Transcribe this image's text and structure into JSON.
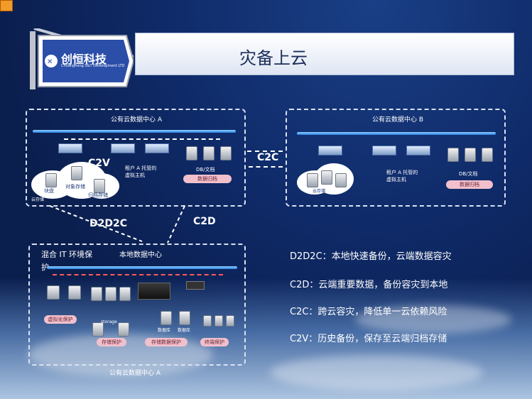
{
  "title": "灾备上云",
  "logo": {
    "brand": "创恒科技",
    "sub": "Chuangheng S&T Development LTD"
  },
  "panels": {
    "dc_a": {
      "caption": "公有云数据中心 A",
      "vm_label": "租户 A 托管的\n虚拟主机",
      "db_label": "DB/文档",
      "pill": "数据归档",
      "cloud_items": [
        "块盘",
        "对象存储",
        "归档存储",
        "云存储"
      ]
    },
    "dc_b": {
      "caption": "公有云数据中心 B",
      "vm_label": "租户 A 托管的\n虚拟主机",
      "db_label": "DB/文档",
      "pill": "数据归档",
      "cloud_label": "云存储"
    },
    "local": {
      "title_left": "混合 IT 环境保",
      "title_left2": "护",
      "title_right": "本地数据中心",
      "caption": "公有云数据中心 A",
      "pills": [
        "虚拟化保护",
        "存储保护",
        "存储数据保护",
        "终端保护"
      ],
      "small": [
        "storage",
        "数据库",
        "数据库"
      ]
    }
  },
  "arrows": {
    "c2v": "C2V",
    "c2c": "C2C",
    "d2d2c": "D2D2C",
    "c2d": "C2D"
  },
  "legend": [
    "D2D2C：本地快速备份，云端数据容灾",
    "C2D：云端重要数据，备份容灾到本地",
    "C2C：跨云容灾，降低单一云依赖风险",
    "C2V：历史备份，保存至云端归档存储"
  ]
}
